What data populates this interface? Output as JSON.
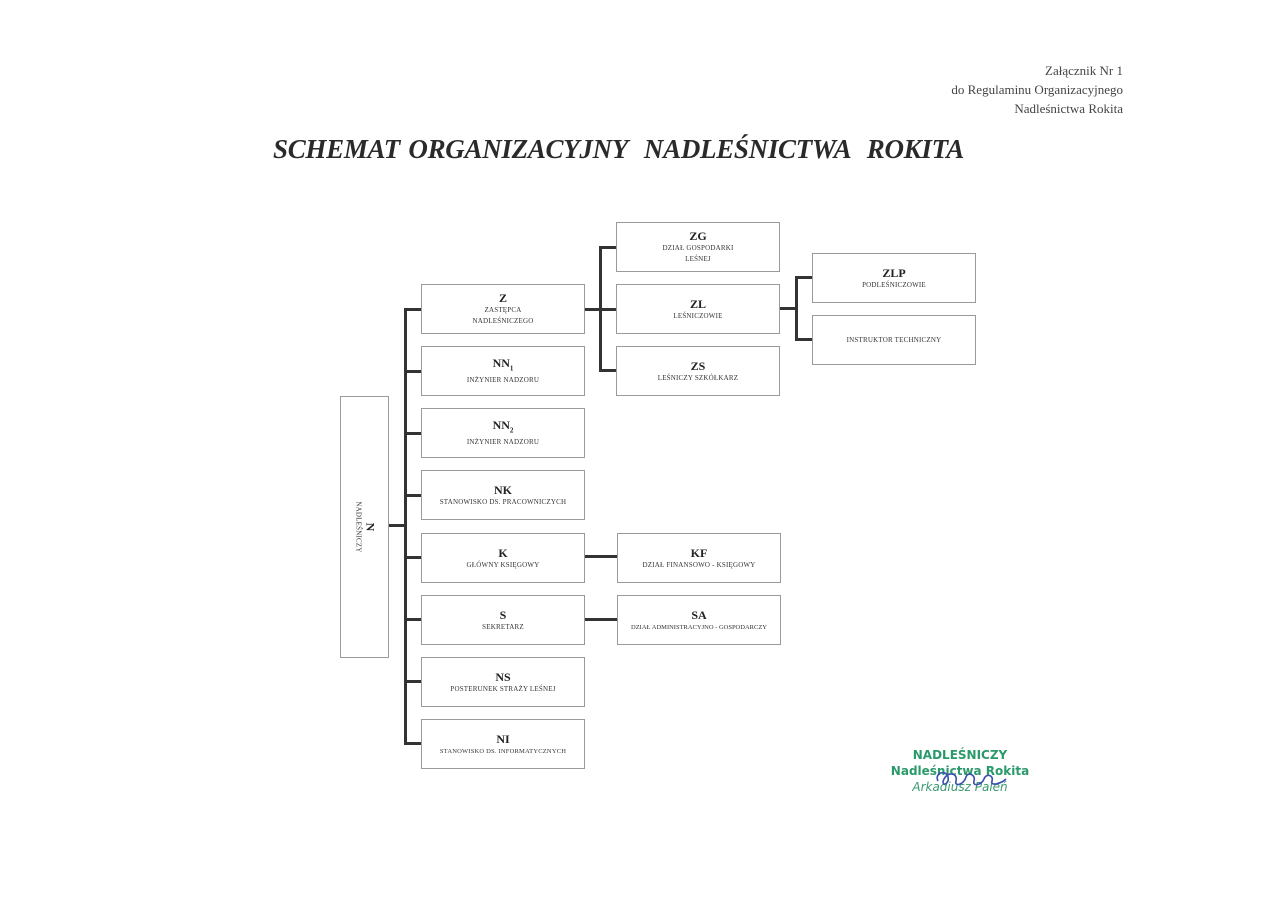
{
  "header": {
    "annex_line1": "Załącznik Nr 1",
    "annex_line2": "do Regulaminu Organizacyjnego",
    "annex_line3": "Nadleśnictwa Rokita",
    "title": "SCHEMAT ORGANIZACYJNY  NADLEŚNICTWA  ROKITA"
  },
  "chart": {
    "root": {
      "code": "N",
      "name": "NADLEŚNICZY"
    },
    "level1": [
      {
        "code": "Z",
        "name": "ZASTĘPCA NADLEŚNICZEGO"
      },
      {
        "code": "NN",
        "sub": "1",
        "name": "INŻYNIER NADZORU"
      },
      {
        "code": "NN",
        "sub": "2",
        "name": "INŻYNIER NADZORU"
      },
      {
        "code": "NK",
        "name": "STANOWISKO DS. PRACOWNICZYCH"
      },
      {
        "code": "K",
        "name": "GŁÓWNY KSIĘGOWY"
      },
      {
        "code": "S",
        "name": "SEKRETARZ"
      },
      {
        "code": "NS",
        "name": "POSTERUNEK STRAŻY LEŚNEJ"
      },
      {
        "code": "NI",
        "name": "STANOWISKO DS. INFORMATYCZNYCH"
      }
    ],
    "deputy_children": [
      {
        "code": "ZG",
        "name": "DZIAŁ GOSPODARKI LEŚNEJ"
      },
      {
        "code": "ZL",
        "name": "LEŚNICZOWIE"
      },
      {
        "code": "ZS",
        "name": "LEŚNICZY SZKÓŁKARZ"
      }
    ],
    "forester_children": [
      {
        "code": "ZLP",
        "name": "PODLEŚNICZOWIE"
      },
      {
        "code": "",
        "name": "INSTRUKTOR TECHNICZNY"
      }
    ],
    "accountant_child": {
      "code": "KF",
      "name": "DZIAŁ FINANSOWO - KSIĘGOWY"
    },
    "secretary_child": {
      "code": "SA",
      "name": "DZIAŁ ADMINISTRACYJNO - GOSPODARCZY"
    }
  },
  "signature": {
    "role": "NADLEŚNICZY",
    "unit": "Nadleśnictwa Rokita",
    "person": "Arkadiusz Paleń",
    "stamp_color": "#2a9a6a",
    "ink_color": "#3a4fb0"
  }
}
